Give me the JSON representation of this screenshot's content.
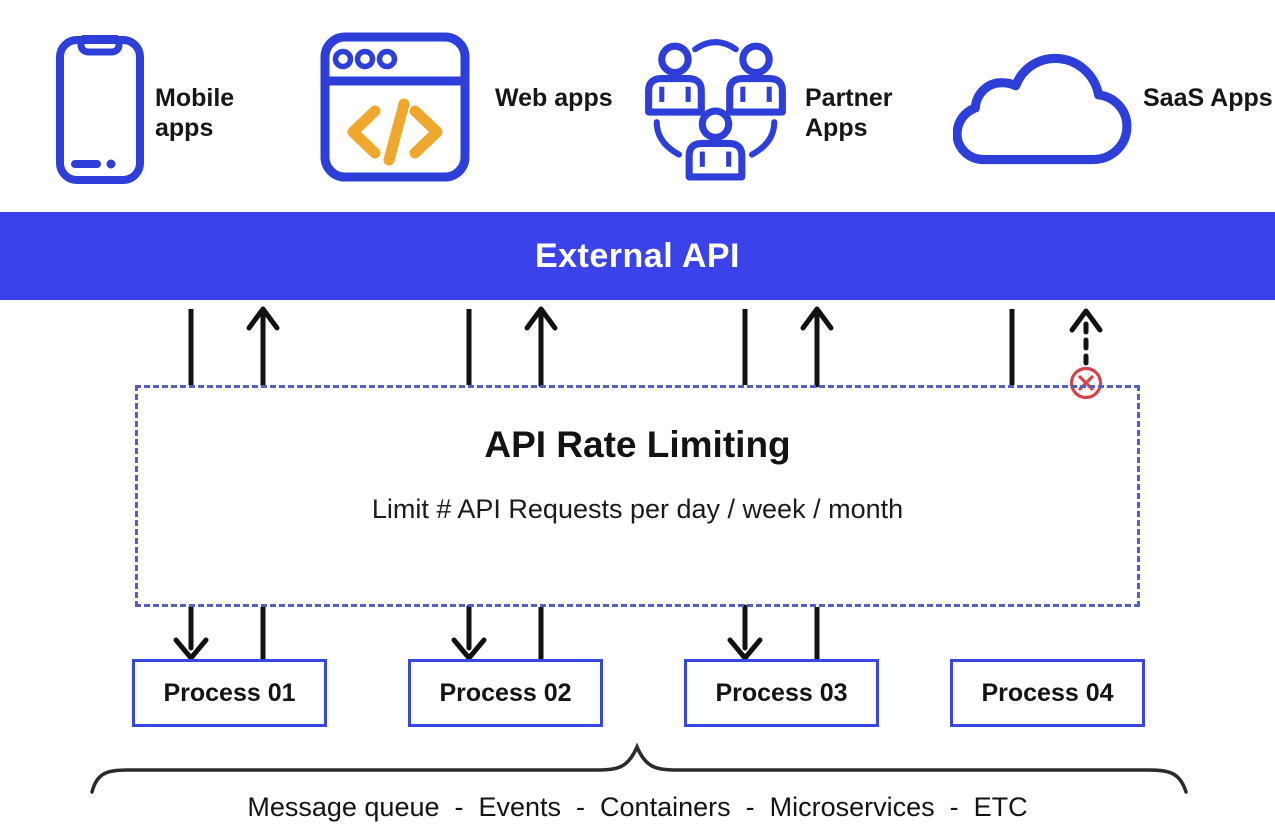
{
  "clients": [
    {
      "label": "Mobile apps",
      "icon": "mobile-phone-icon"
    },
    {
      "label": "Web apps",
      "icon": "web-browser-code-icon"
    },
    {
      "label": "Partner Apps",
      "icon": "partner-users-network-icon"
    },
    {
      "label": "SaaS Apps",
      "icon": "cloud-icon"
    }
  ],
  "banner": {
    "label": "External API"
  },
  "rate_limiter": {
    "title": "API Rate Limiting",
    "subtitle": "Limit # API Requests per day / week / month"
  },
  "processes": [
    {
      "label": "Process 01"
    },
    {
      "label": "Process 02"
    },
    {
      "label": "Process 03"
    },
    {
      "label": "Process 04"
    }
  ],
  "blocked_indicator": {
    "icon": "blocked-x-icon"
  },
  "footer": {
    "label": "Message queue  -  Events  -  Containers  -  Microservices  -  ETC"
  },
  "colors": {
    "banner_blue": "#3b42ea",
    "icon_blue": "#2e3fd9",
    "box_border_blue": "#3847e0",
    "dashed_border_blue": "#5860bf",
    "code_yellow": "#f0a72e",
    "blocked_red": "#d6444b",
    "text_black": "#111111"
  }
}
